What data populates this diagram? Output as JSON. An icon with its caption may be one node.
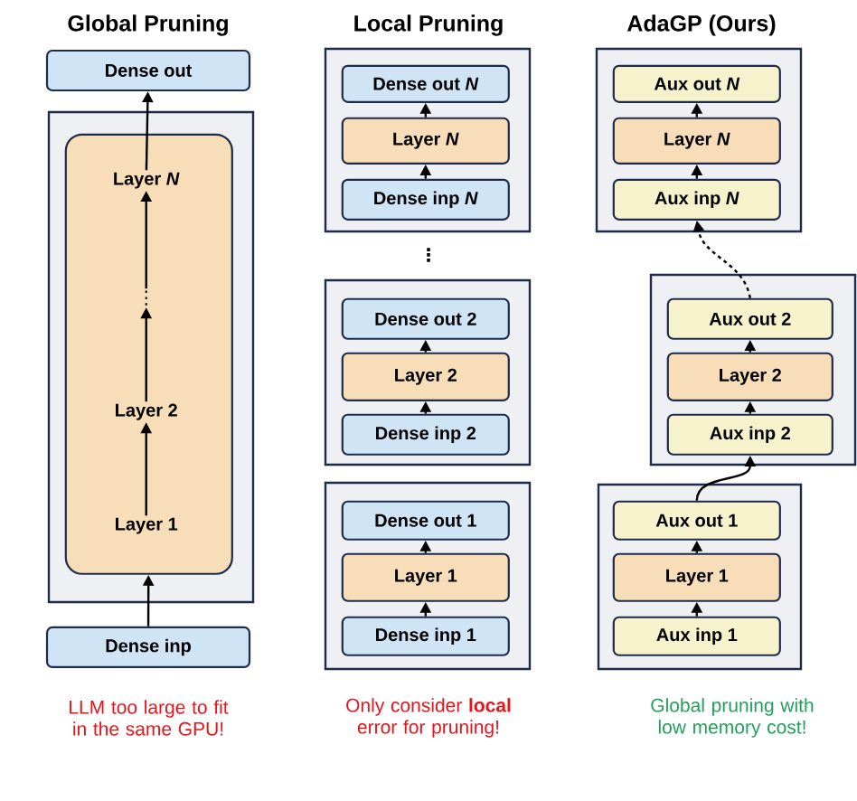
{
  "diagram": {
    "nodes": [
      {
        "text": [
          "Dense out"
        ]
      },
      {
        "text": [],
        "shape": "box"
      },
      {
        "text": [],
        "shape": "box",
        "in": 1
      },
      {
        "text": [
          "Layer *N*"
        ],
        "in": 2
      },
      {
        "text": [
          "⋮"
        ],
        "in": 2
      },
      {
        "text": [
          "Layer 2"
        ],
        "in": 2
      },
      {
        "text": [
          "Layer 1"
        ],
        "in": 2
      },
      {
        "text": [
          "Dense inp"
        ]
      },
      {
        "text": [],
        "shape": "box"
      },
      {
        "text": [
          "Dense out *N*"
        ],
        "in": 8
      },
      {
        "text": [
          "Layer *N*"
        ],
        "in": 8
      },
      {
        "text": [
          "Dense inp *N*"
        ],
        "in": 8
      },
      {
        "text": [],
        "shape": "box"
      },
      {
        "text": [
          "Dense out 2"
        ],
        "in": 12
      },
      {
        "text": [
          "Layer 2"
        ],
        "in": 12
      },
      {
        "text": [
          "Dense inp 2"
        ],
        "in": 12
      },
      {
        "text": [],
        "shape": "box"
      },
      {
        "text": [
          "Dense out 1"
        ],
        "in": 16
      },
      {
        "text": [
          "Layer 1"
        ],
        "in": 16
      },
      {
        "text": [
          "Dense inp 1"
        ],
        "in": 16
      },
      {
        "text": [],
        "shape": "box"
      },
      {
        "text": [
          "Aux out *N*"
        ],
        "in": 20
      },
      {
        "text": [
          "Layer *N*"
        ],
        "in": 20
      },
      {
        "text": [
          "Aux inp *N*"
        ],
        "in": 20
      },
      {
        "text": [],
        "shape": "box"
      },
      {
        "text": [
          "Aux out 2"
        ],
        "in": 24
      },
      {
        "text": [
          "Layer 2"
        ],
        "in": 24
      },
      {
        "text": [
          "Aux inp 2"
        ],
        "in": 24
      },
      {
        "text": [],
        "shape": "box"
      },
      {
        "text": [
          "Aux out 1"
        ],
        "in": 28
      },
      {
        "text": [
          "Layer 1"
        ],
        "in": 28
      },
      {
        "text": [
          "Aux inp 1"
        ],
        "in": 28
      }
    ],
    "edges": [
      {
        "from": 7,
        "to": 2,
        "arrow": "to"
      },
      {
        "from": 6,
        "to": 5,
        "arrow": "to"
      },
      {
        "from": 5,
        "to": 4,
        "arrow": "to"
      },
      {
        "from": 4,
        "to": 3,
        "arrow": "to"
      },
      {
        "from": 3,
        "to": 0,
        "arrow": "to"
      },
      {
        "from": 11,
        "to": 10,
        "arrow": "to"
      },
      {
        "from": 10,
        "to": 9,
        "arrow": "to"
      },
      {
        "from": 15,
        "to": 14,
        "arrow": "to"
      },
      {
        "from": 14,
        "to": 13,
        "arrow": "to"
      },
      {
        "from": 19,
        "to": 18,
        "arrow": "to"
      },
      {
        "from": 18,
        "to": 17,
        "arrow": "to"
      },
      {
        "from": 23,
        "to": 22,
        "arrow": "to"
      },
      {
        "from": 22,
        "to": 21,
        "arrow": "to"
      },
      {
        "from": 27,
        "to": 26,
        "arrow": "to"
      },
      {
        "from": 26,
        "to": 25,
        "arrow": "to"
      },
      {
        "from": 31,
        "to": 30,
        "arrow": "to"
      },
      {
        "from": 30,
        "to": 29,
        "arrow": "to"
      },
      {
        "from": 29,
        "to": 27,
        "arrow": "to"
      },
      {
        "from": 25,
        "to": 23,
        "arrow": "to",
        "style": "dashed"
      }
    ],
    "labels": [
      "Global Pruning",
      "Local Pruning",
      "AdaGP (Ours)",
      "⋮",
      "LLM too large to fit in the same GPU!",
      "Only consider **local** error for pruning!",
      "Global pruning with low memory cost!"
    ]
  }
}
